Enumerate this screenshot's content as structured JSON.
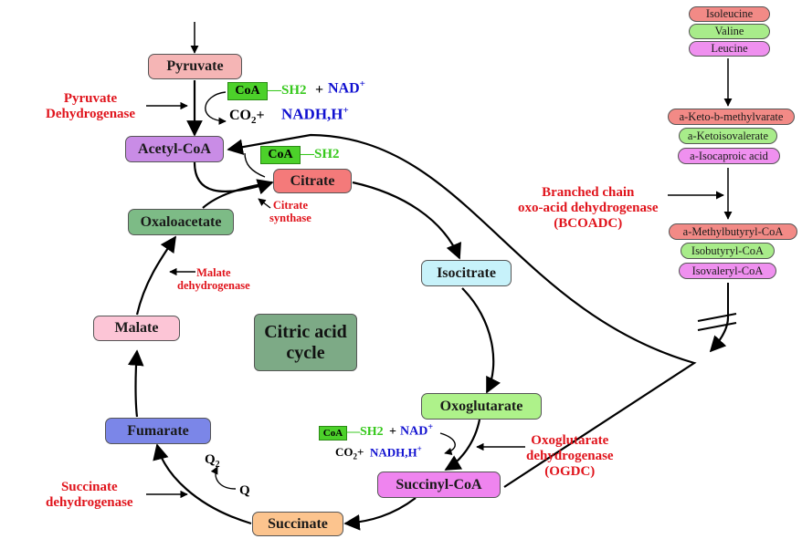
{
  "colors": {
    "pyruvate": "#f5b5b5",
    "acetylcoa": "#c98ce6",
    "citrate": "#f47a7a",
    "oxaloacetate": "#7dbb86",
    "isocitrate": "#c7f2fa",
    "malate": "#fcc5d6",
    "oxoglutarate": "#aef28a",
    "fumarate": "#7b86e8",
    "succinylcoa": "#ef84ef",
    "succinate": "#fcc48e",
    "enzyme_label": "#e0141c",
    "cofactor_blue": "#1010d0",
    "coa_green": "#4cd12a",
    "red_box": "#f28a86",
    "green_box": "#a8ec8a",
    "magenta_box": "#ef90ef"
  },
  "nodes": {
    "pyruvate": "Pyruvate",
    "acetyl_coa": "Acetyl-CoA",
    "citrate": "Citrate",
    "oxaloacetate": "Oxaloacetate",
    "isocitrate": "Isocitrate",
    "malate": "Malate",
    "oxoglutarate": "Oxoglutarate",
    "fumarate": "Fumarate",
    "succinyl_coa": "Succinyl-CoA",
    "succinate": "Succinate"
  },
  "center_label": "Citric acid\ncycle",
  "enzymes": {
    "pyruvate_dh": "Pyruvate\nDehydrogenase",
    "citrate_synthase": "Citrate\nsynthase",
    "malate_dh": "Malate\ndehydrogenase",
    "succinate_dh": "Succinate\ndehydrogenase",
    "ogdc": "Oxoglutarate\ndehydrogenase\n(OGDC)",
    "bcoadc": "Branched chain\noxo-acid dehydrogenase\n(BCOADC)"
  },
  "cofactors": {
    "coa": "CoA",
    "sh2": "SH2",
    "plus": "+",
    "nad": "NAD",
    "nad_sup": "+",
    "co2": "CO",
    "co2_sub": "2",
    "co2_plus": "+",
    "nadh": "NADH,H",
    "nadh_sup": "+",
    "q2": "Q",
    "q2_sub": "2",
    "q": "Q"
  },
  "branched_chain": {
    "amino_acids": [
      "Isoleucine",
      "Valine",
      "Leucine"
    ],
    "keto_acids": [
      "a-Keto-b-methylvarate",
      "a-Ketoisovalerate",
      "a-Isocaproic acid"
    ],
    "acyl_coas": [
      "a-Methylbutyryl-CoA",
      "Isobutyryl-CoA",
      "Isovaleryl-CoA"
    ]
  }
}
